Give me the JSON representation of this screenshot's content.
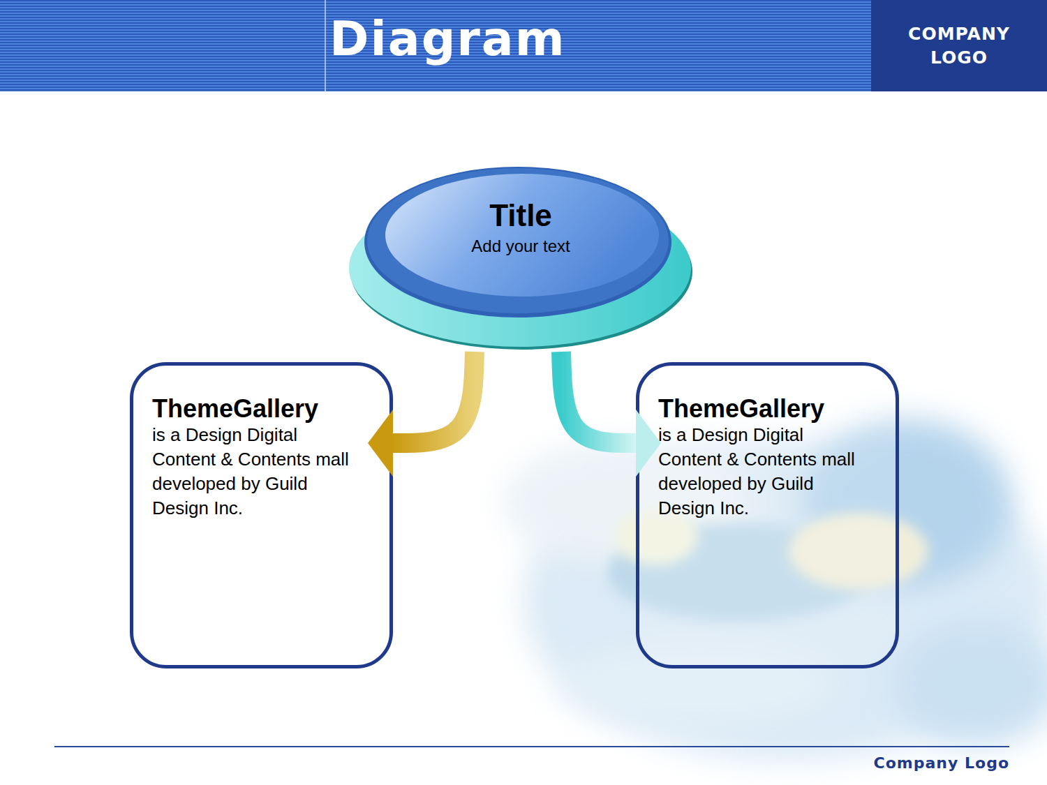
{
  "diagram": {
    "title": "Diagram",
    "nodes": [
      {
        "text": [
          "Title",
          "Add your text"
        ]
      },
      {
        "text": [
          "ThemeGallery",
          "is a Design Digital Content & Contents mall developed by Guild Design Inc."
        ]
      },
      {
        "text": [
          "ThemeGallery",
          "is a Design Digital Content & Contents mall developed by Guild Design Inc."
        ]
      }
    ],
    "edges": [
      {
        "from": 0,
        "to": 1,
        "arrow": "to"
      },
      {
        "from": 0,
        "to": 2,
        "arrow": "to"
      }
    ],
    "labels": [
      "COMPANY LOGO",
      "Company Logo"
    ]
  }
}
